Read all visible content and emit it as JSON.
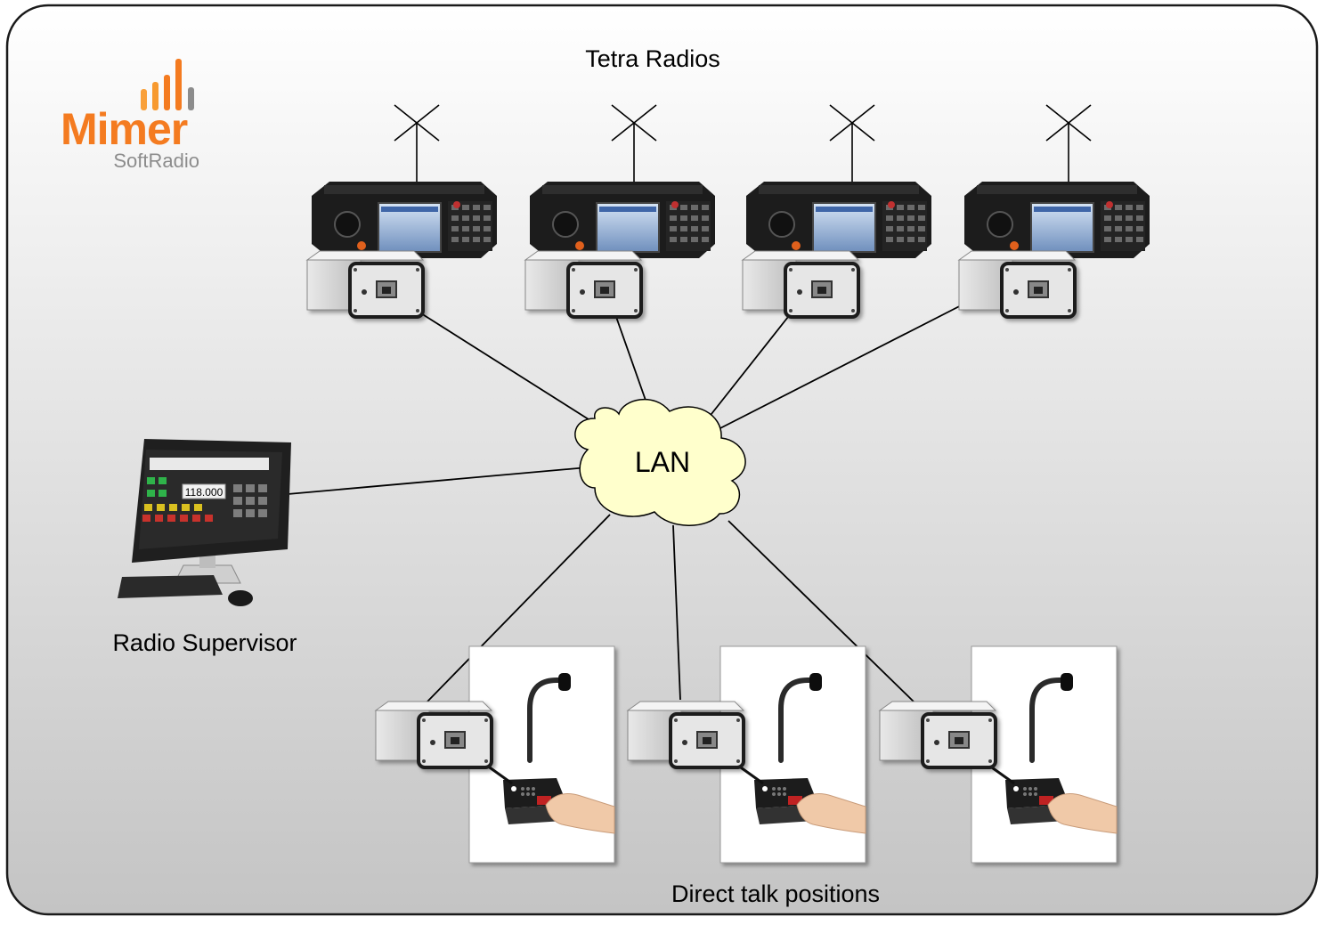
{
  "diagram": {
    "title": "Tetra Radios",
    "cloud_label": "LAN",
    "supervisor_label": "Radio Supervisor",
    "bottom_label": "Direct talk positions",
    "frequency_display": "118.000"
  },
  "logo": {
    "name": "Mimer",
    "subtitle": "SoftRadio",
    "colors": {
      "orange": "#f47b20",
      "gray": "#8c8c8c"
    }
  },
  "colors": {
    "panel_top": "#ffffff",
    "panel_bottom": "#c4c4c4",
    "cloud_fill": "#ffffcc",
    "line": "#000000"
  }
}
